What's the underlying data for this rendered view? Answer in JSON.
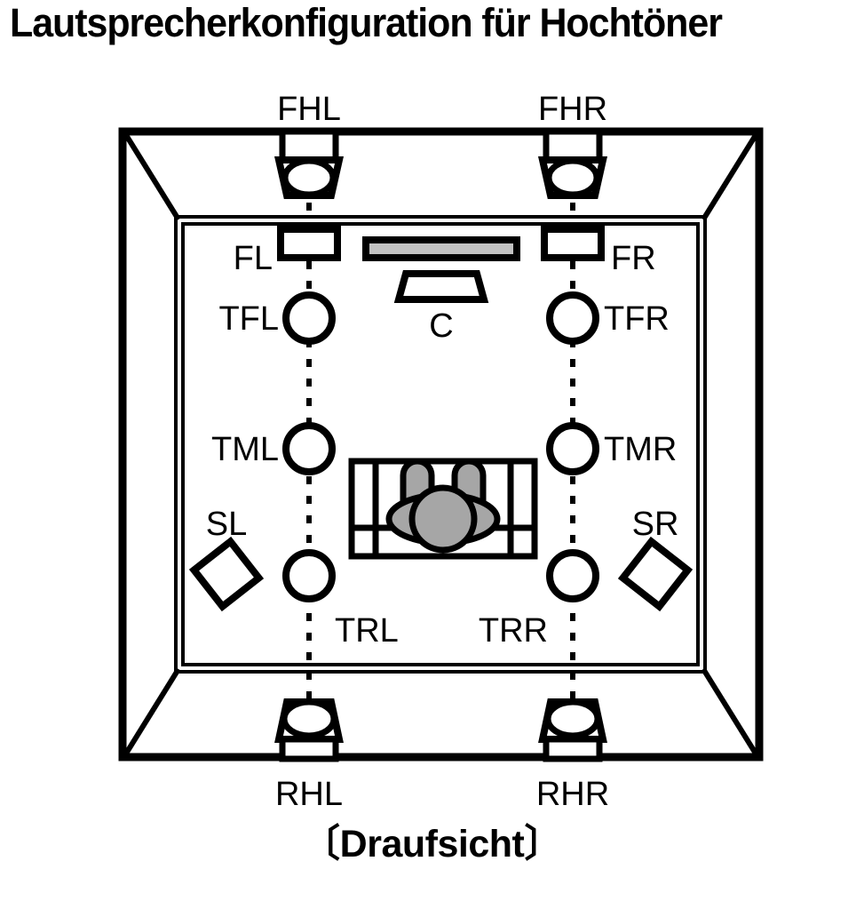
{
  "title": "Lautsprecherkonfiguration für Hochtöner",
  "caption": "〔Draufsicht〕",
  "colors": {
    "line": "#000000",
    "background": "#ffffff",
    "screen_fill": "#c2c2c2",
    "person_fill": "#a6a6a6"
  },
  "view": "top-view",
  "labels": {
    "fhl": "FHL",
    "fhr": "FHR",
    "fl": "FL",
    "fr": "FR",
    "c": "C",
    "tfl": "TFL",
    "tfr": "TFR",
    "tml": "TML",
    "tmr": "TMR",
    "sl": "SL",
    "sr": "SR",
    "trl": "TRL",
    "trr": "TRR",
    "rhl": "RHL",
    "rhr": "RHR"
  },
  "speakers": [
    {
      "id": "fhl",
      "label": "FHL",
      "type": "height-ceiling-front",
      "side": "left",
      "shape": "trapezoid-with-ellipse"
    },
    {
      "id": "fhr",
      "label": "FHR",
      "type": "height-ceiling-front",
      "side": "right",
      "shape": "trapezoid-with-ellipse"
    },
    {
      "id": "fl",
      "label": "FL",
      "type": "front",
      "side": "left",
      "shape": "rectangle"
    },
    {
      "id": "fr",
      "label": "FR",
      "type": "front",
      "side": "right",
      "shape": "rectangle"
    },
    {
      "id": "c",
      "label": "C",
      "type": "center",
      "side": "center",
      "shape": "trapezoid"
    },
    {
      "id": "tfl",
      "label": "TFL",
      "type": "top-front",
      "side": "left",
      "shape": "circle"
    },
    {
      "id": "tfr",
      "label": "TFR",
      "type": "top-front",
      "side": "right",
      "shape": "circle"
    },
    {
      "id": "tml",
      "label": "TML",
      "type": "top-middle",
      "side": "left",
      "shape": "circle"
    },
    {
      "id": "tmr",
      "label": "TMR",
      "type": "top-middle",
      "side": "right",
      "shape": "circle"
    },
    {
      "id": "sl",
      "label": "SL",
      "type": "surround",
      "side": "left",
      "shape": "diamond"
    },
    {
      "id": "sr",
      "label": "SR",
      "type": "surround",
      "side": "right",
      "shape": "diamond"
    },
    {
      "id": "trl",
      "label": "TRL",
      "type": "top-rear",
      "side": "left",
      "shape": "circle"
    },
    {
      "id": "trr",
      "label": "TRR",
      "type": "top-rear",
      "side": "right",
      "shape": "circle"
    },
    {
      "id": "rhl",
      "label": "RHL",
      "type": "height-ceiling-rear",
      "side": "left",
      "shape": "trapezoid-with-ellipse"
    },
    {
      "id": "rhr",
      "label": "RHR",
      "type": "height-ceiling-rear",
      "side": "right",
      "shape": "trapezoid-with-ellipse"
    }
  ],
  "furniture": {
    "screen": "television",
    "seat": "sofa",
    "listener": "person"
  }
}
